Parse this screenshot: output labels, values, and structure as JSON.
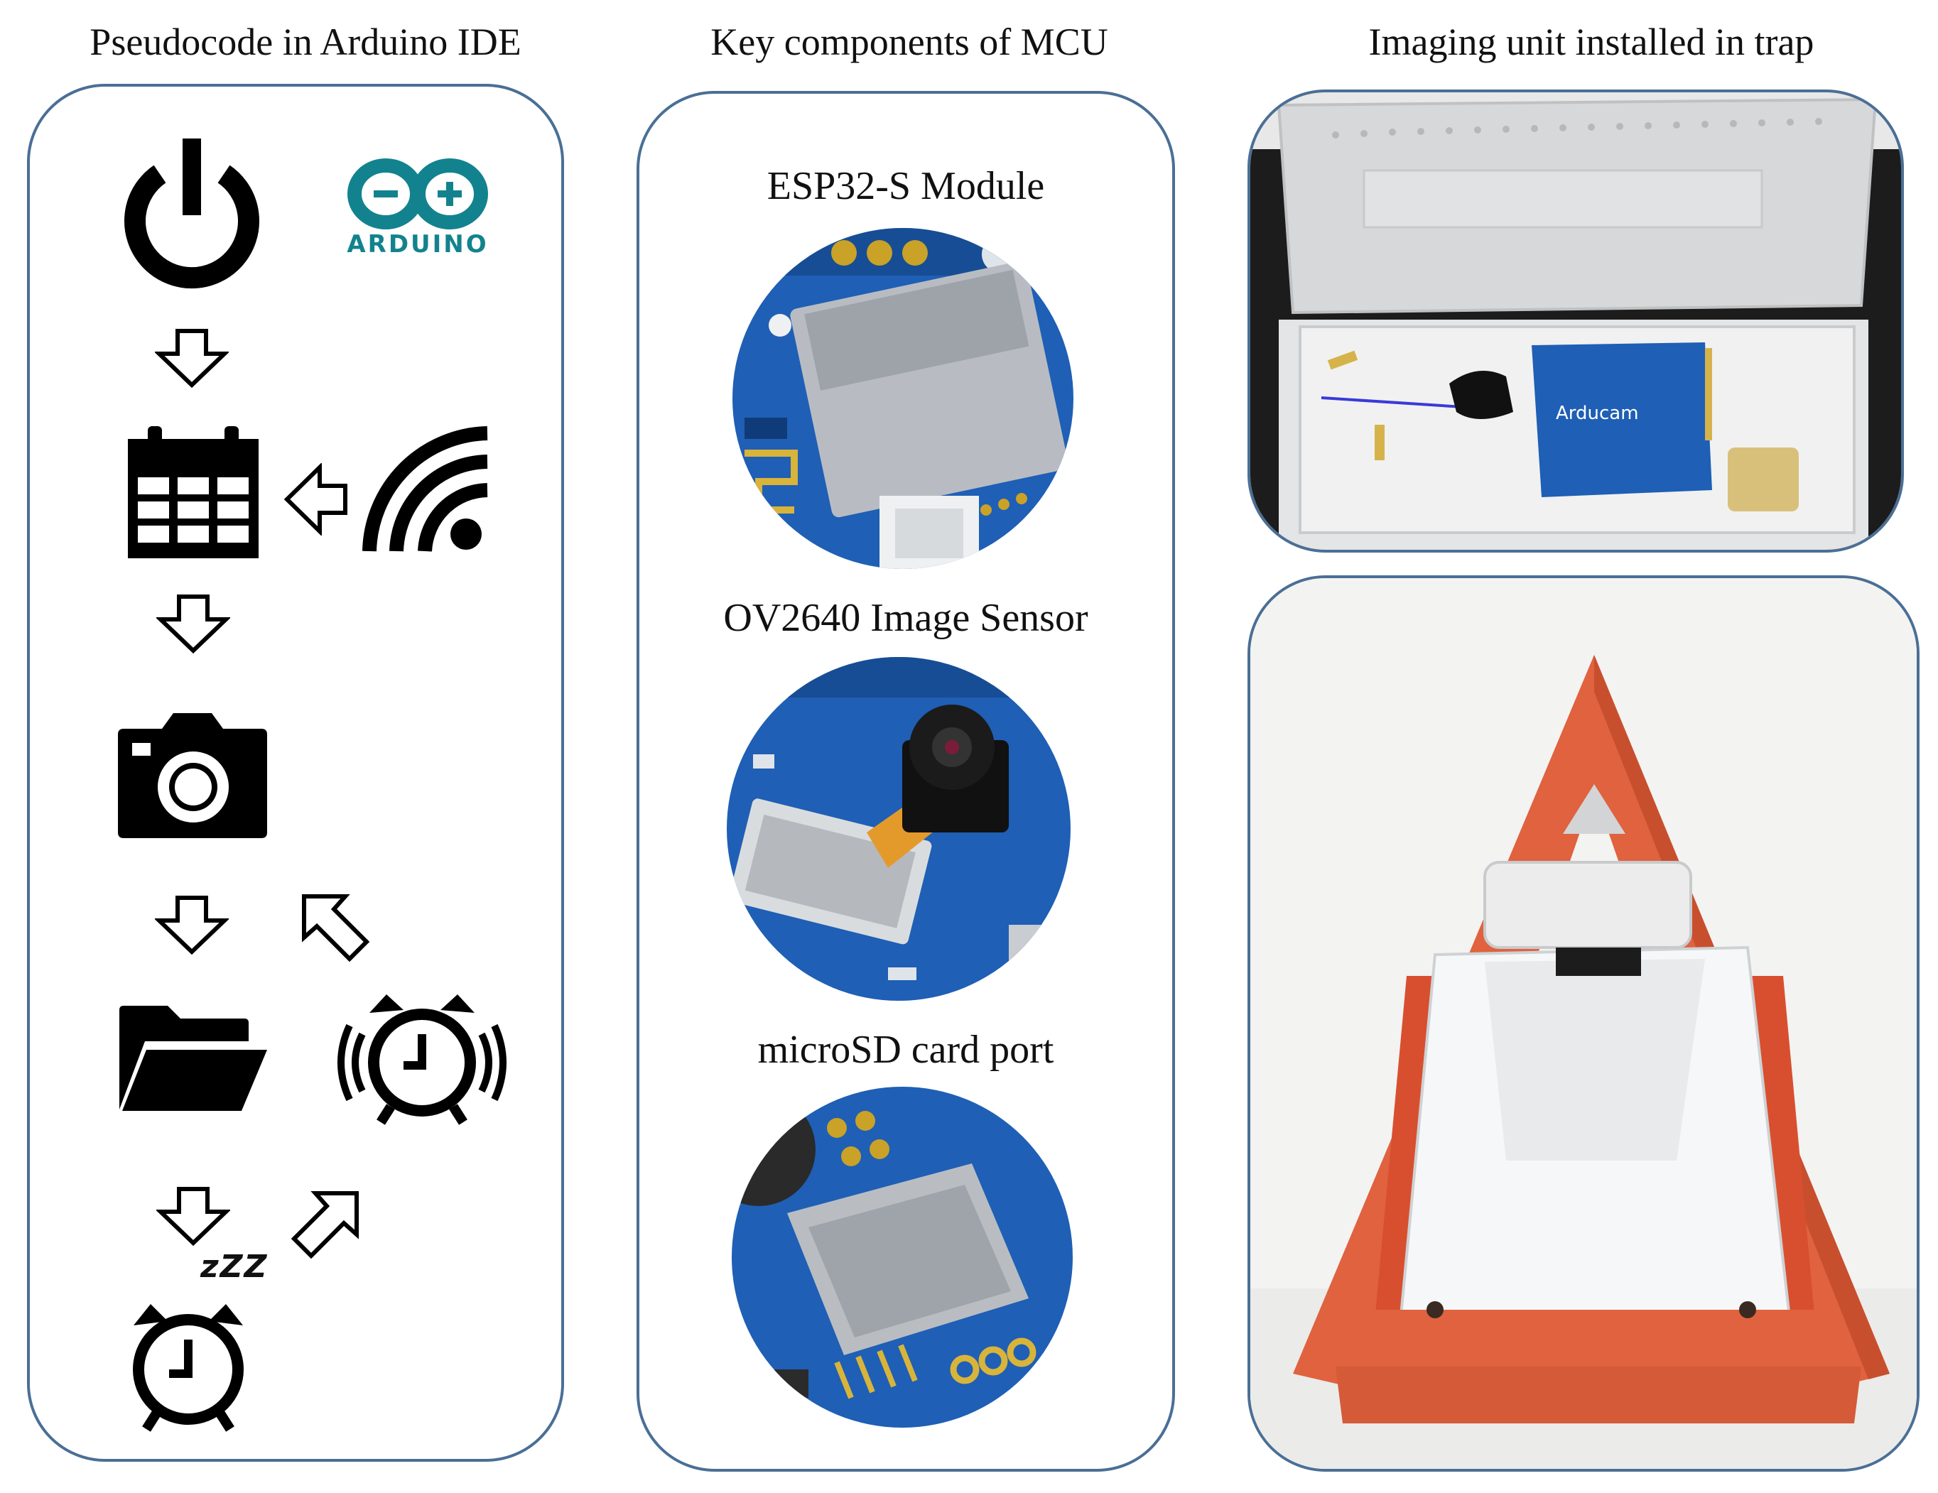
{
  "panels": {
    "pseudocode": {
      "title": "Pseudocode in Arduino IDE"
    },
    "components": {
      "title": "Key components of MCU"
    },
    "trap": {
      "title": "Imaging unit installed in trap"
    }
  },
  "logo": {
    "brand_text": "ARDUINO"
  },
  "components": {
    "esp32_label": "ESP32-S Module",
    "sensor_label": "OV2640 Image Sensor",
    "sd_label": "microSD card port"
  },
  "photo_text": {
    "board": "Arducam"
  },
  "sleep_text": "zZZ",
  "icons": [
    "power-icon",
    "arduino-logo",
    "calendar-icon",
    "wifi-icon",
    "camera-icon",
    "folder-icon",
    "alarm-clock-ringing-icon",
    "sleeping-alarm-clock-icon"
  ],
  "colors": {
    "panel_border": "#4a6f96",
    "arduino_teal": "#12838e",
    "pcb_blue": "#1f5fb5",
    "trap_orange": "#e0623e"
  }
}
